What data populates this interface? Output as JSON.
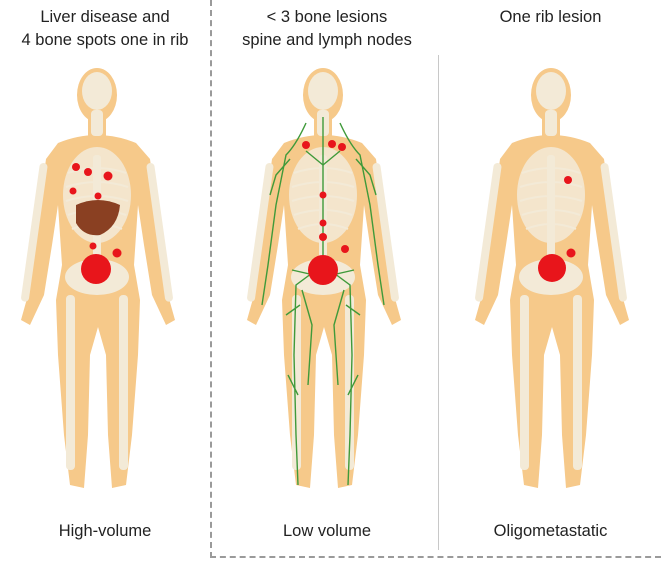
{
  "colors": {
    "body": "#f6c98a",
    "bone": "#f3ead7",
    "lesion": "#e8151b",
    "lymph": "#3f9a3a",
    "liver": "#8a4022",
    "divider": "#9a9a9a"
  },
  "panels": [
    {
      "title_lines": [
        "Liver disease and",
        "4 bone spots one in rib"
      ],
      "label": "High-volume"
    },
    {
      "title_lines": [
        "< 3 bone lesions",
        "spine and lymph nodes"
      ],
      "label": "Low volume"
    },
    {
      "title_lines": [
        "One rib lesion"
      ],
      "label": "Oligometastatic"
    }
  ]
}
